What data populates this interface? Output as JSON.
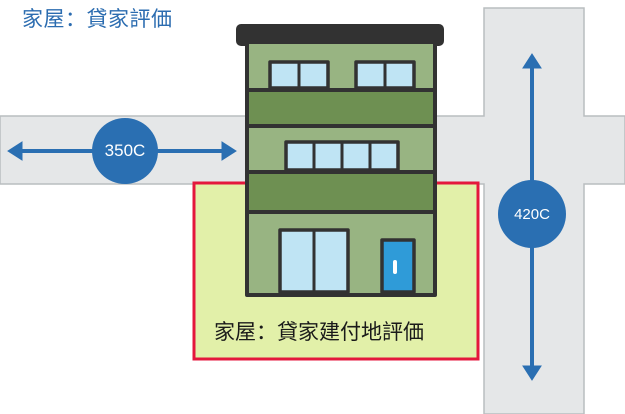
{
  "title": "家屋：貸家評価",
  "lot_label": "家屋：貸家建付地評価",
  "roads": [
    {
      "label": "350C"
    },
    {
      "label": "420C"
    }
  ],
  "colors": {
    "road": "#e5e7e8",
    "road_border": "#b9bdbf",
    "lot_fill": "#e2f0a9",
    "lot_border": "#e4173c",
    "building_light": "#98b482",
    "building_dark": "#6e9052",
    "roof": "#323232",
    "window": "#bfe4f4",
    "door": "#2f9bd8",
    "arrow": "#2a6fb2",
    "title_text": "#2b6cb0"
  }
}
